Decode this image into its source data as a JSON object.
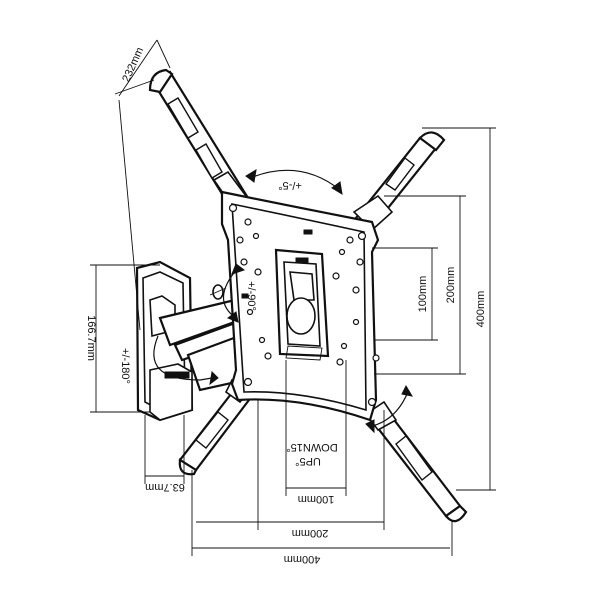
{
  "diagram": {
    "dimensions": {
      "width_400": "400mm",
      "width_200": "200mm",
      "width_100": "100mm",
      "height_400": "400mm",
      "height_200": "200mm",
      "height_100": "100mm",
      "arm_232": "232mm",
      "depth_1667": "166.7mm",
      "depth_637": "63.7mm"
    },
    "rotations": {
      "rotate_5": "+/-5°",
      "swivel_90": "+/-90°",
      "swivel_180": "+/-180°",
      "tilt": "UP5°\nDOWN15°",
      "tilt_up": "UP5°",
      "tilt_down": "DOWN15°"
    },
    "colors": {
      "line": "#111111",
      "background": "#ffffff"
    }
  }
}
